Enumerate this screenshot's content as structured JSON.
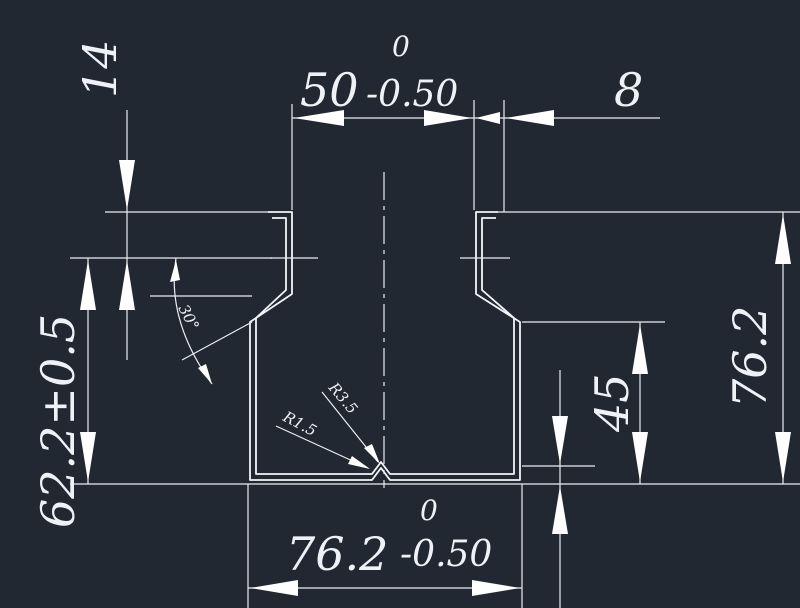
{
  "dimensions": {
    "top_width": "50",
    "top_width_tol_upper": "0",
    "top_width_tol_lower": "-0.50",
    "flange": "8",
    "lip": "14",
    "overall_height": "62.2±0.5",
    "base_width": "76.2",
    "base_width_tol_upper": "0",
    "base_width_tol_lower": "-0.50",
    "height_right": "76.2",
    "step_height": "45",
    "angle": "30°",
    "radius_inner": "R1.5",
    "radius_outer": "R3.5"
  }
}
